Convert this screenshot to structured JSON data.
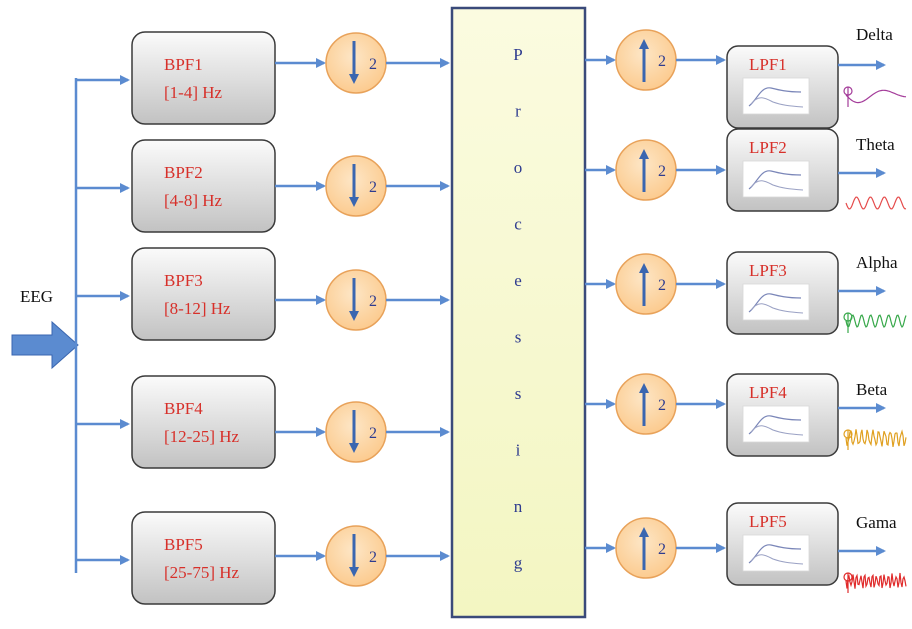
{
  "input": {
    "label": "EEG"
  },
  "bandpass_filters": [
    {
      "name": "BPF1",
      "range": "[1-4] Hz"
    },
    {
      "name": "BPF2",
      "range": "[4-8] Hz"
    },
    {
      "name": "BPF3",
      "range": "[8-12] Hz"
    },
    {
      "name": "BPF4",
      "range": "[12-25] Hz"
    },
    {
      "name": "BPF5",
      "range": "[25-75] Hz"
    }
  ],
  "downsamplers": [
    {
      "factor": "2"
    },
    {
      "factor": "2"
    },
    {
      "factor": "2"
    },
    {
      "factor": "2"
    },
    {
      "factor": "2"
    }
  ],
  "processing": {
    "letters": [
      "P",
      "r",
      "o",
      "c",
      "e",
      "s",
      "s",
      "i",
      "n",
      "g"
    ]
  },
  "upsamplers": [
    {
      "factor": "2"
    },
    {
      "factor": "2"
    },
    {
      "factor": "2"
    },
    {
      "factor": "2"
    },
    {
      "factor": "2"
    }
  ],
  "lowpass_filters": [
    {
      "name": "LPF1"
    },
    {
      "name": "LPF2"
    },
    {
      "name": "LPF3"
    },
    {
      "name": "LPF4"
    },
    {
      "name": "LPF5"
    }
  ],
  "outputs": [
    {
      "label": "Delta",
      "wave_color": "#a43c9a"
    },
    {
      "label": "Theta",
      "wave_color": "#e54b4b"
    },
    {
      "label": "Alpha",
      "wave_color": "#37a84a"
    },
    {
      "label": "Beta",
      "wave_color": "#e0a020"
    },
    {
      "label": "Gama",
      "wave_color": "#e02a2a"
    }
  ],
  "colors": {
    "arrow": "#5b8bd0",
    "box_fill_top": "#fbfbfb",
    "box_fill_bottom": "#c2c2c2",
    "box_stroke": "#3a3a3a",
    "circle_fill": "#fcc98b",
    "circle_stroke": "#e8a25a",
    "processing_fill": "#f3f6c2",
    "processing_stroke": "#3a4a7a",
    "filter_label": "#d7302a"
  }
}
